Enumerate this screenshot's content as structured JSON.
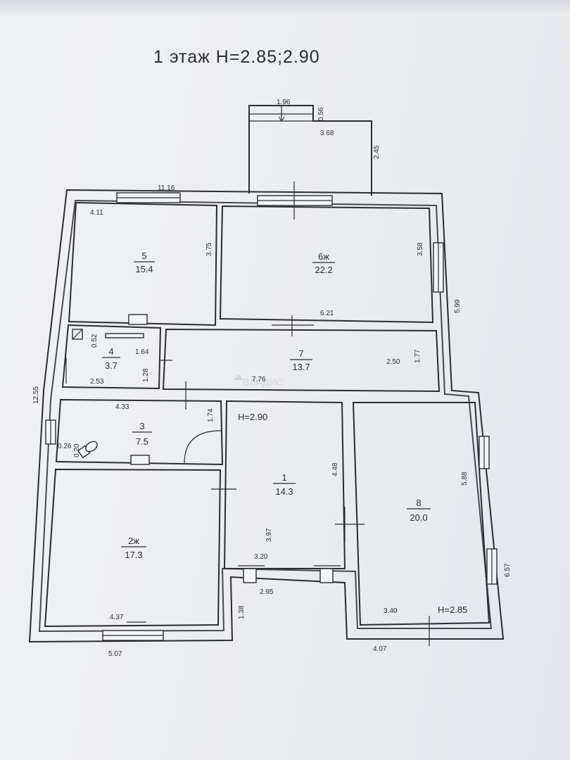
{
  "title": "1 этаж H=2.85;2.90",
  "watermark": "ВЛАДИС",
  "heights": {
    "room1": "H=2.90",
    "room8": "H=2.85"
  },
  "rooms": [
    {
      "num": "5",
      "area": "15.4"
    },
    {
      "num": "6ж",
      "area": "22.2"
    },
    {
      "num": "4",
      "area": "3.7"
    },
    {
      "num": "7",
      "area": "13.7"
    },
    {
      "num": "3",
      "area": "7.5"
    },
    {
      "num": "1",
      "area": "14.3"
    },
    {
      "num": "8",
      "area": "20.0"
    },
    {
      "num": "2ж",
      "area": "17.3"
    }
  ],
  "dimensions": {
    "porch_width": "1.96",
    "porch_step": "0.56",
    "porch_depth_width": "3.68",
    "porch_depth": "2.45",
    "top_total": "11.16",
    "r5_width": "4.11",
    "r5_height": "3.75",
    "r6_height": "3.58",
    "r6_width": "6.21",
    "right_upper": "5.99",
    "r4_a": "0.52",
    "r4_b": "1.64",
    "r4_width": "2.53",
    "r4_height": "1.28",
    "r7_height": "1.77",
    "r7_side": "2.50",
    "r7_width": "7.76",
    "left_total": "12.55",
    "r3_width": "4.33",
    "r3_height": "1.74",
    "r3_a": "0.26",
    "r3_b": "0.20",
    "r1_height": "4.48",
    "r1_width": "3.20",
    "r8_height": "5.88",
    "right_lower": "6.57",
    "r2_height": "3.97",
    "entry_width": "2.95",
    "entry_depth": "1.38",
    "r2_width": "4.37",
    "r8_width": "3.40",
    "bottom_left": "5.07",
    "bottom_right": "4.07"
  }
}
